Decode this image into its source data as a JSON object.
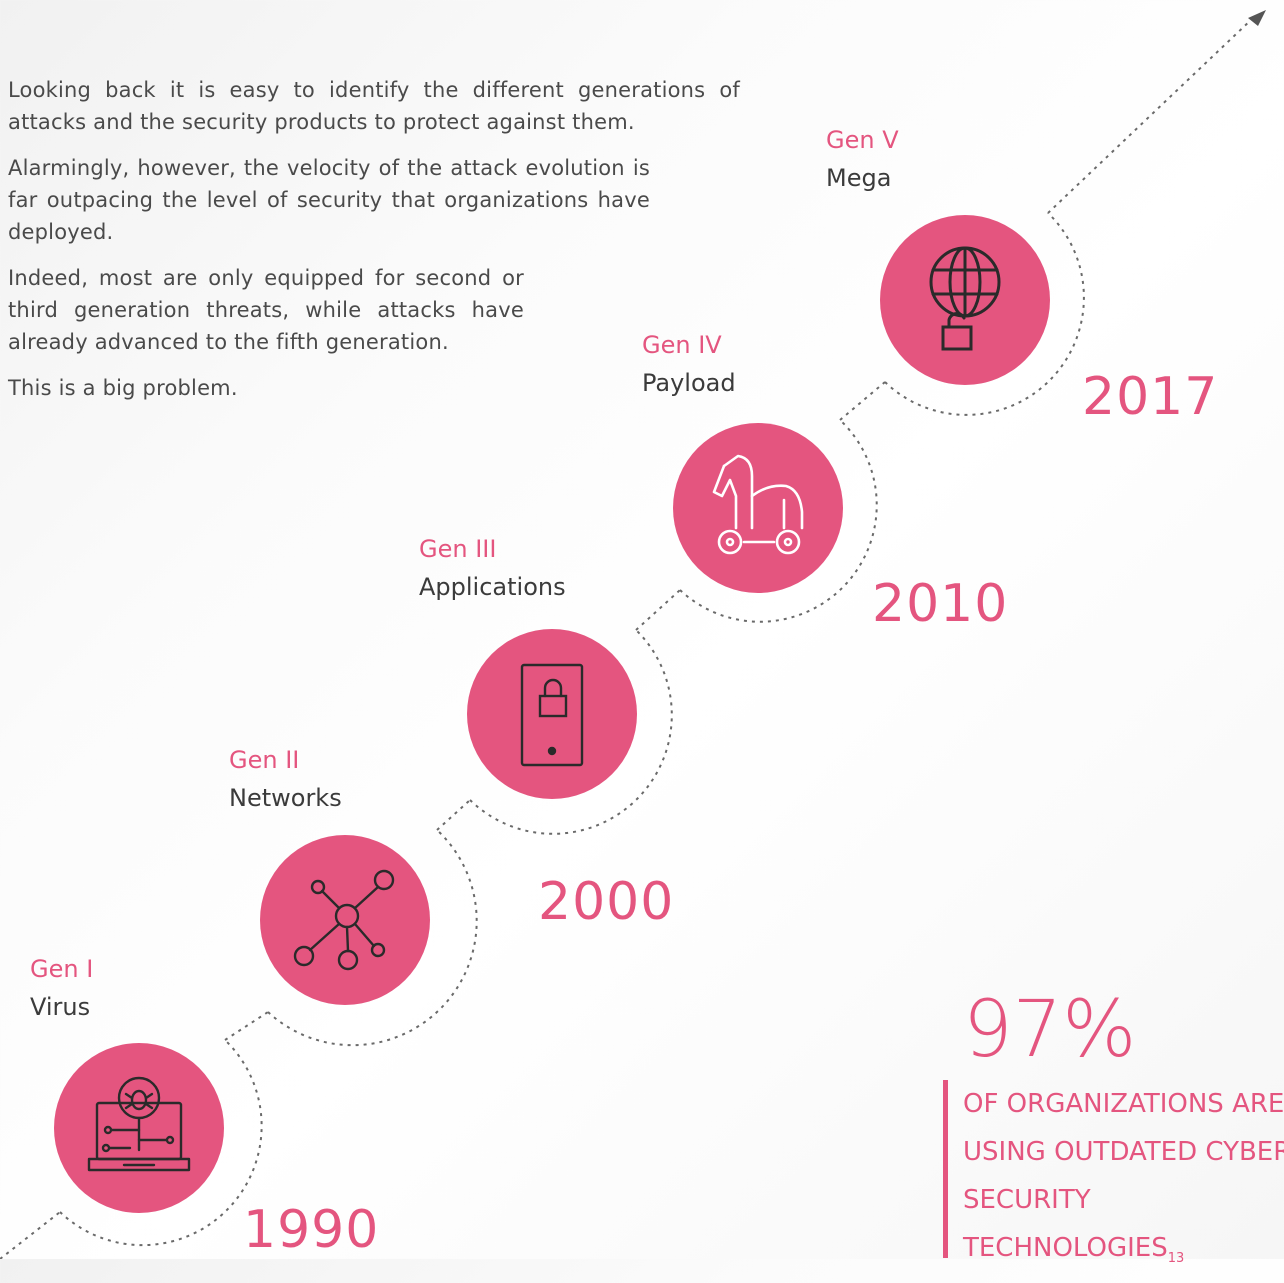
{
  "intro": {
    "p1": "Looking back it is easy to identify the different generations of attacks and the security products to protect against them.",
    "p2": "Alarmingly, however, the velocity of the attack evolution is far outpacing the level of security that organizations have deployed.",
    "p3": "Indeed, most are only equipped for second or third generation threats, while attacks have already advanced to the fifth generation.",
    "p4": "This is a big problem."
  },
  "generations": [
    {
      "gen": "Gen I",
      "name": "Virus",
      "year": "1990",
      "icon": "bug-laptop-icon"
    },
    {
      "gen": "Gen II",
      "name": "Networks",
      "year": "2000",
      "icon": "network-nodes-icon"
    },
    {
      "gen": "Gen III",
      "name": "Applications",
      "year": "",
      "icon": "locked-phone-icon"
    },
    {
      "gen": "Gen IV",
      "name": "Payload",
      "year": "2010",
      "icon": "trojan-horse-icon"
    },
    {
      "gen": "Gen V",
      "name": "Mega",
      "year": "2017",
      "icon": "globe-lock-icon"
    }
  ],
  "stat": {
    "percent": "97%",
    "text": "OF ORGANIZATIONS ARE USING OUTDATED CYBER SECURITY TECHNOLOGIES",
    "footnote": "13"
  },
  "colors": {
    "accent": "#e4557f",
    "text": "#3b3b3b",
    "dash": "#6a6a6a"
  }
}
